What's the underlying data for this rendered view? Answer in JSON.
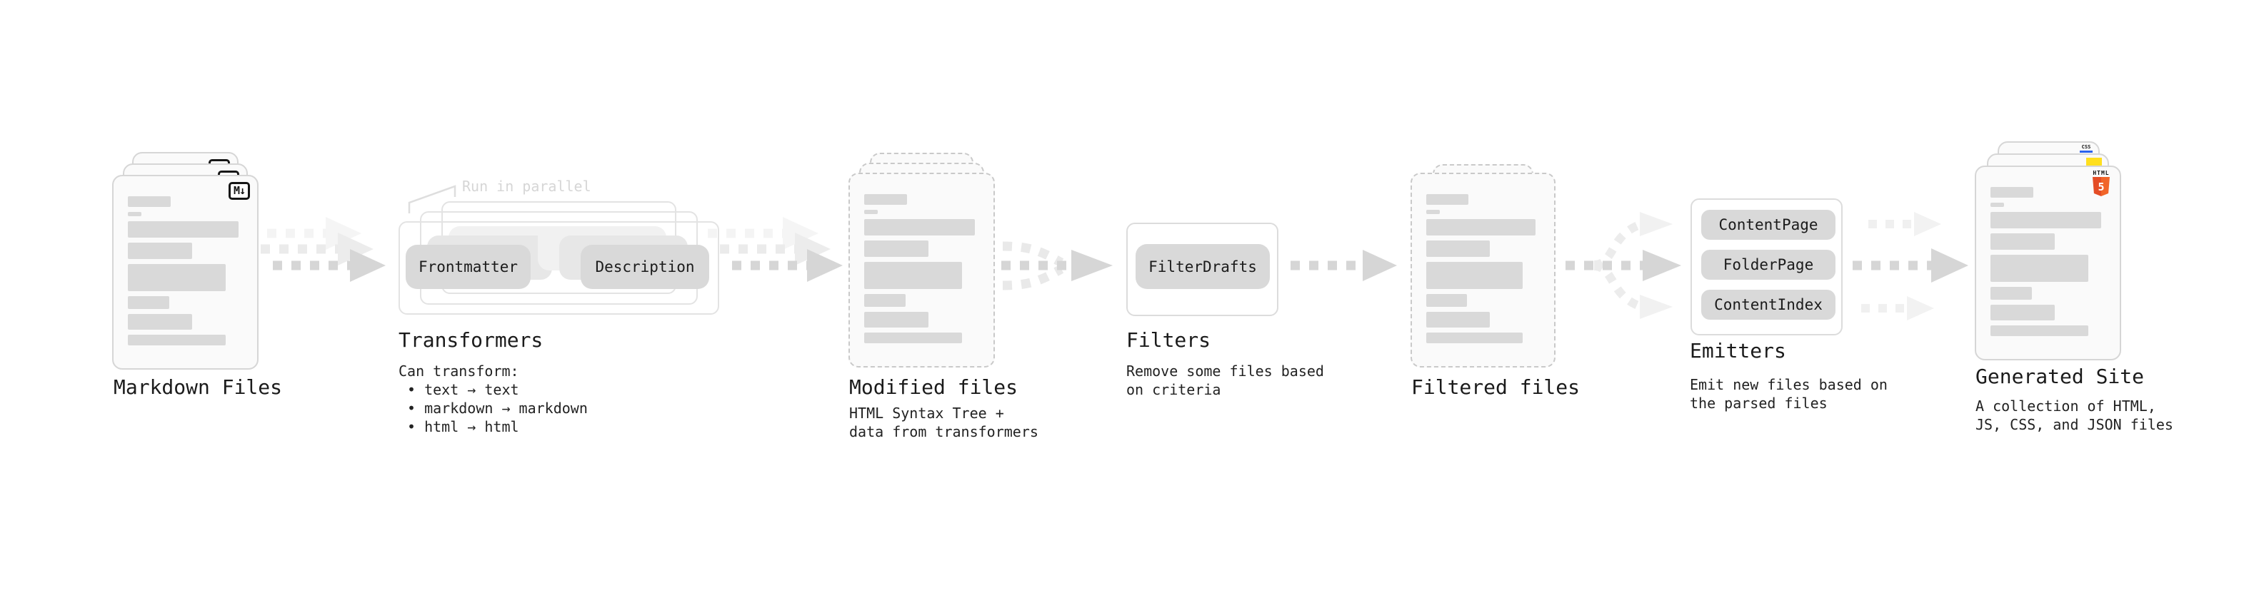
{
  "stages": {
    "markdown": {
      "label": "Markdown Files",
      "badge": "M↓"
    },
    "transformers": {
      "label": "Transformers",
      "annotation": "Run in parallel",
      "boxes": [
        "Frontmatter",
        "Description"
      ],
      "intro": "Can transform:",
      "bullets": [
        "text → text",
        "markdown → markdown",
        "html → html"
      ]
    },
    "modified": {
      "label": "Modified files",
      "sublines": [
        "HTML Syntax Tree +",
        "data from transformers"
      ]
    },
    "filters": {
      "label": "Filters",
      "box": "FilterDrafts",
      "sublines": [
        "Remove some files based",
        "on criteria"
      ]
    },
    "filtered": {
      "label": "Filtered files"
    },
    "emitters": {
      "label": "Emitters",
      "boxes": [
        "ContentPage",
        "FolderPage",
        "ContentIndex"
      ],
      "sublines": [
        "Emit new files based on",
        "the parsed files"
      ]
    },
    "generated": {
      "label": "Generated Site",
      "sublines": [
        "A collection of HTML,",
        "JS, CSS, and JSON files"
      ],
      "badges": {
        "css": "CSS",
        "html": "HTML",
        "five": "5"
      }
    }
  },
  "colors": {
    "arrow_gray": "#d6d6d6",
    "box_gray": "#d9d9d9",
    "html_orange": "#e44d26",
    "js_yellow": "#ffdf1e",
    "css_blue": "#2c63ee"
  }
}
